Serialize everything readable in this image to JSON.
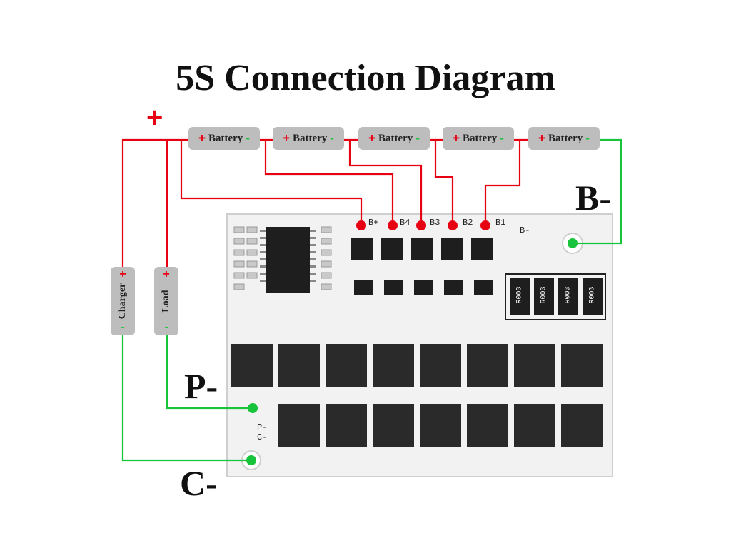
{
  "title": "5S Connection Diagram",
  "plus_label": "+",
  "battery_label": "Battery",
  "battery_pos": "+",
  "battery_neg": "-",
  "charger_label": "Charger",
  "load_label": "Load",
  "labels": {
    "b_minus": "B-",
    "p_minus": "P-",
    "c_minus": "C-"
  },
  "pcb": {
    "pads": [
      "B+",
      "B4",
      "B3",
      "B2",
      "B1",
      "B-"
    ],
    "p_minus": "P-",
    "c_minus": "C-",
    "shunts": [
      "R003",
      "R003",
      "R003",
      "R003"
    ]
  },
  "colors": {
    "positive_wire": "#e60012",
    "negative_wire": "#18c43b",
    "battery_box": "#bdbdbd",
    "pcb": "#f2f2f2"
  }
}
